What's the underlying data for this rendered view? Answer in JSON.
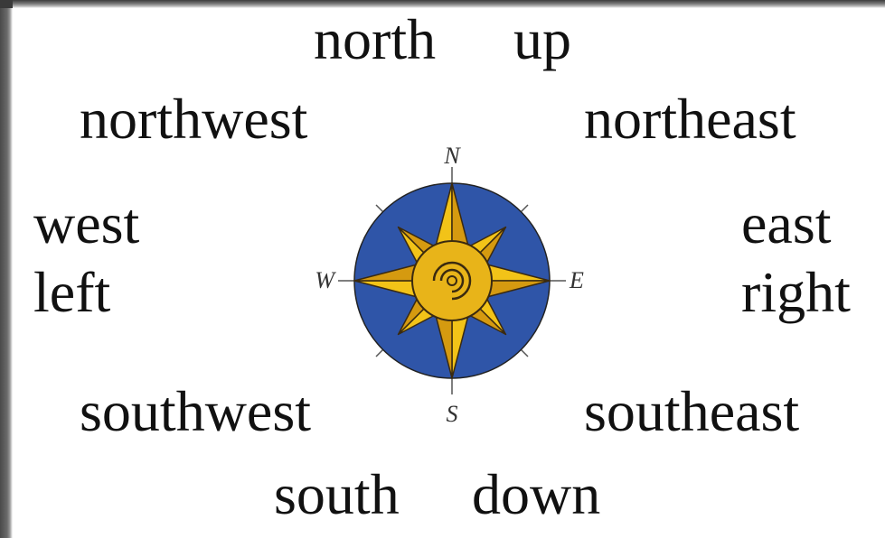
{
  "directions": {
    "north": "north",
    "up": "up",
    "northwest": "northwest",
    "northeast": "northeast",
    "west": "west",
    "left": "left",
    "east": "east",
    "right": "right",
    "southwest": "southwest",
    "southeast": "southeast",
    "south": "south",
    "down": "down"
  },
  "compass": {
    "n": "N",
    "e": "E",
    "s": "S",
    "w": "W",
    "colors": {
      "disc": "#2f55a8",
      "star_light": "#f2c318",
      "star_dark": "#d59a10",
      "sun_center": "#e8b419",
      "outline": "#3a2a10"
    }
  }
}
